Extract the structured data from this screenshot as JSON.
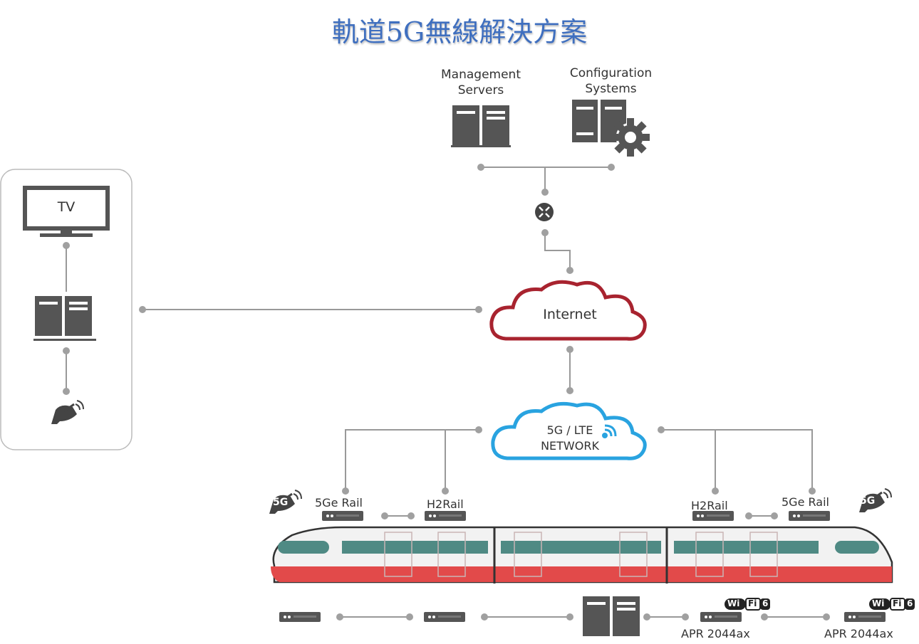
{
  "title": "軌道5G無線解決方案",
  "nodes": {
    "management_servers": [
      "Management",
      "Servers"
    ],
    "configuration_systems": [
      "Configuration",
      "Systems"
    ],
    "tv": "TV",
    "internet": "Internet",
    "network": [
      "5G / LTE",
      "NETWORK"
    ],
    "rail_left": "5Ge Rail",
    "h2rail_left": "H2Rail",
    "h2rail_right": "H2Rail",
    "rail_right": "5Ge Rail",
    "apr_1": "APR 2044ax",
    "apr_2": "APR 2044ax"
  },
  "badges": {
    "fiveg": "5G",
    "wifi": "Wi",
    "fi": "Fi",
    "six": "6"
  },
  "colors": {
    "title": "#3f6fbf",
    "internet_cloud": "#a8232f",
    "network_cloud": "#29a3e0",
    "device": "#555555",
    "line": "#999999",
    "train_red": "#e24a4a",
    "train_teal": "#4f8a84"
  }
}
